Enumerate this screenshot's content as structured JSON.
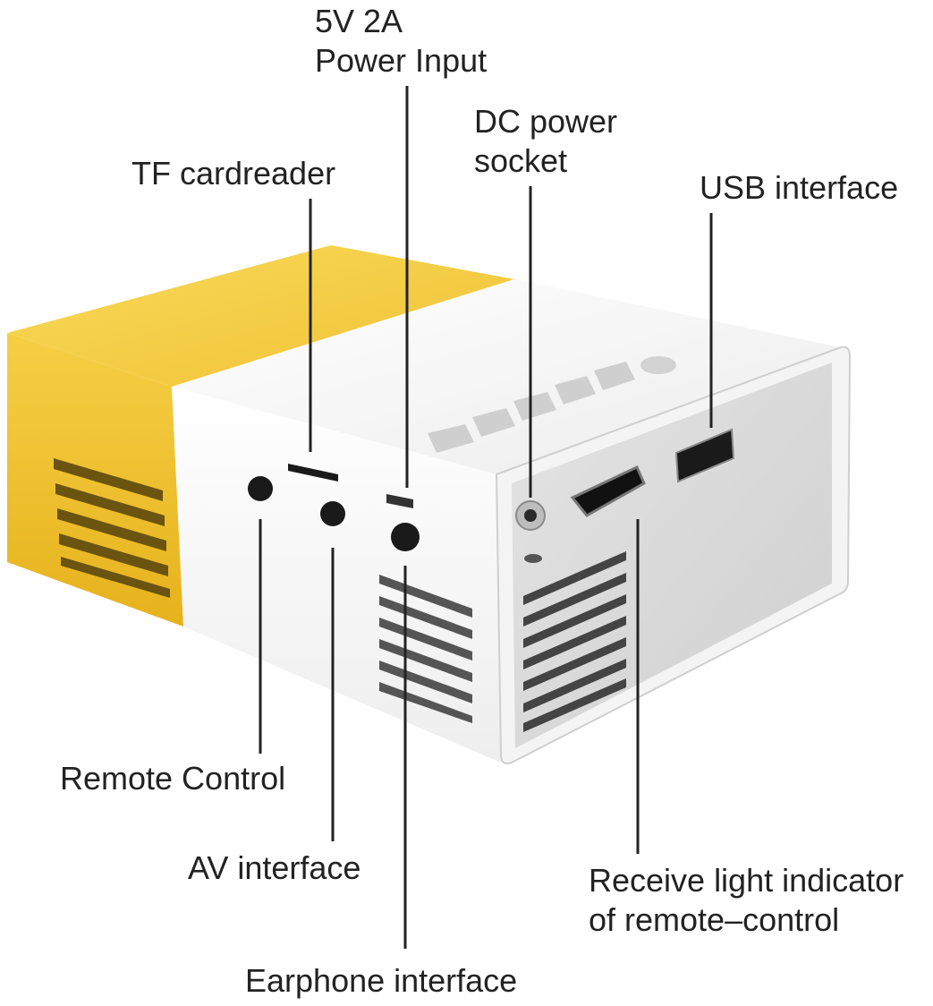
{
  "labels": {
    "power_input": {
      "line1": "5V 2A",
      "line2": "Power Input"
    },
    "tf_cardreader": "TF cardreader",
    "dc_power_socket": {
      "line1": "DC power",
      "line2": "socket"
    },
    "usb_interface": "USB interface",
    "remote_control": "Remote Control",
    "av_interface": "AV interface",
    "earphone_interface": "Earphone interface",
    "receive_light_indicator": {
      "line1": "Receive light indicator",
      "line2": "of remote–control"
    }
  },
  "colors": {
    "body_yellow": "#f2c230",
    "body_white": "#f7f7f7",
    "panel_gray": "#d8d8d8",
    "leader_line": "#222222",
    "text": "#222222"
  }
}
